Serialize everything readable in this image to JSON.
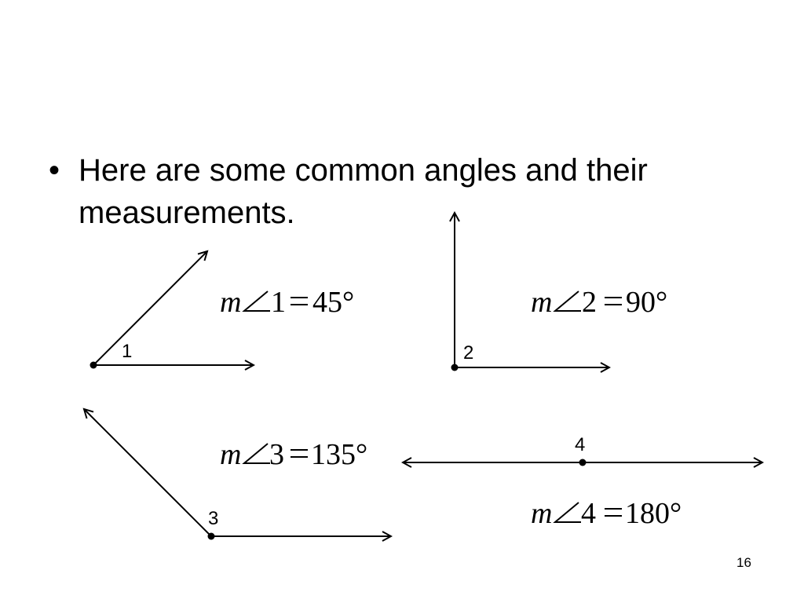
{
  "slide": {
    "bullet_symbol": "•",
    "bullet_text": "Here are some common angles and their measurements.",
    "page_number": "16"
  },
  "angles": [
    {
      "label": "1",
      "equation_m": "m",
      "equation_number": "1",
      "equation_value": "45°"
    },
    {
      "label": "2",
      "equation_m": "m",
      "equation_number": "2",
      "equation_value": "90°"
    },
    {
      "label": "3",
      "equation_m": "m",
      "equation_number": "3",
      "equation_value": "135°"
    },
    {
      "label": "4",
      "equation_m": "m",
      "equation_number": "4",
      "equation_value": "180°"
    }
  ]
}
